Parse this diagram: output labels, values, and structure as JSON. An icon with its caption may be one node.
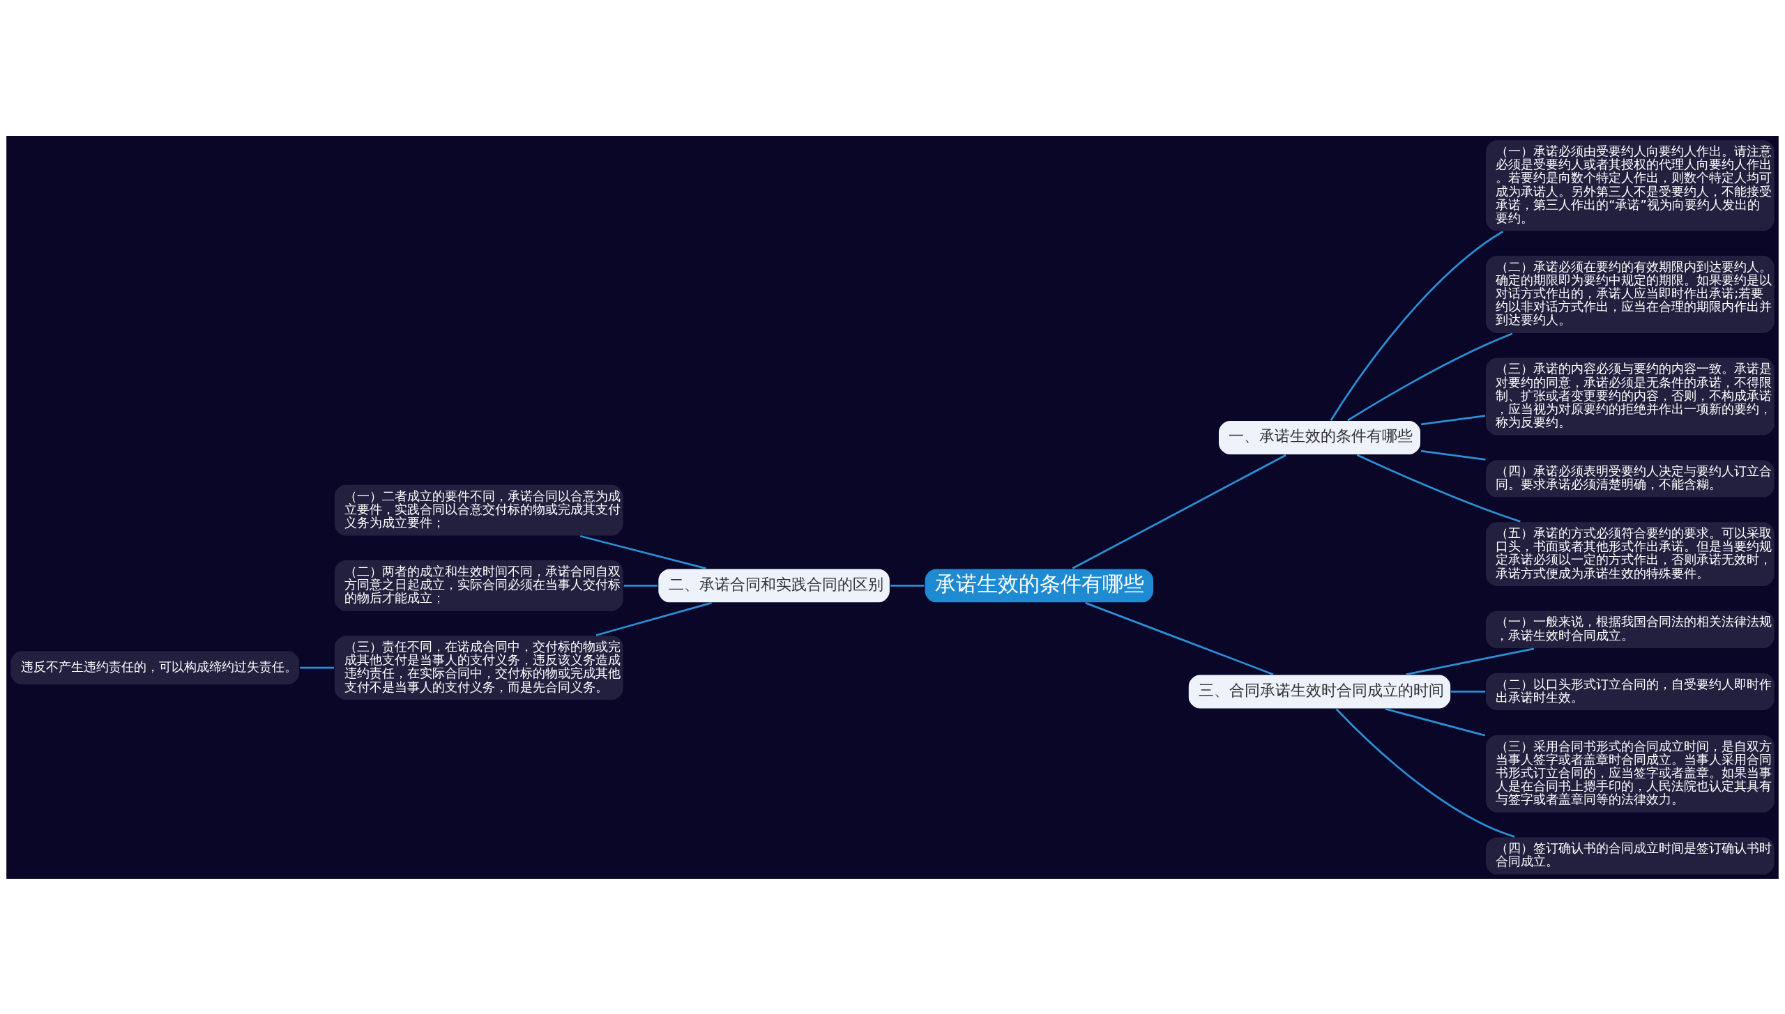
{
  "diagram": {
    "nodes": [
      {
        "text": [
          "承诺生效的条件有哪些"
        ]
      },
      {
        "text": [
          "一、承诺生效的条件有哪些"
        ]
      },
      {
        "text": [
          "（一）承诺必须由受要约人向要约人作出。请注意必须是受要约人或者其授权的代理人向要约人作出。若要约是向数个特定人作出，则数个特定人均可成为承诺人。另外第三人不是受要约人，不能接受承诺，第三人作出的“承诺”视为向要约人发出的要约。"
        ]
      },
      {
        "text": [
          "（二）承诺必须在要约的有效期限内到达要约人。确定的期限即为要约中规定的期限。如果要约是以对话方式作出的，承诺人应当即时作出承诺;若要约以非对话方式作出，应当在合理的期限内作出并到达要约人。"
        ]
      },
      {
        "text": [
          "（三）承诺的内容必须与要约的内容一致。承诺是对要约的同意，承诺必须是无条件的承诺，不得限制、扩张或者变更要约的内容，否则，不构成承诺，应当视为对原要约的拒绝并作出一项新的要约，称为反要约。"
        ]
      },
      {
        "text": [
          "（四）承诺必须表明受要约人决定与要约人订立合同。要求承诺必须清楚明确，不能含糊。"
        ]
      },
      {
        "text": [
          "（五）承诺的方式必须符合要约的要求。可以采取口头，书面或者其他形式作出承诺。但是当要约规定承诺必须以一定的方式作出，否则承诺无效时，承诺方式便成为承诺生效的特殊要件。"
        ]
      },
      {
        "text": [
          "二、承诺合同和实践合同的区别"
        ]
      },
      {
        "text": [
          "（一）二者成立的要件不同，承诺合同以合意为成立要件，实践合同以合意交付标的物或完成其支付义务为成立要件；"
        ]
      },
      {
        "text": [
          "（二）两者的成立和生效时间不同，承诺合同自双方同意之日起成立，实际合同必须在当事人交付标的物后才能成立；"
        ]
      },
      {
        "text": [
          "（三）责任不同，在诺成合同中，交付标的物或完成其他支付是当事人的支付义务，违反该义务造成违约责任，在实际合同中，交付标的物或完成其他支付不是当事人的支付义务，而是先合同义务。"
        ]
      },
      {
        "text": [
          "违反不产生违约责任的，可以构成缔约过失责任。"
        ]
      },
      {
        "text": [
          "三、合同承诺生效时合同成立的时间"
        ]
      },
      {
        "text": [
          "（一）一般来说，根据我国合同法的相关法律法规，承诺生效时合同成立。"
        ]
      },
      {
        "text": [
          "（二）以口头形式订立合同的，自受要约人即时作出承诺时生效。"
        ]
      },
      {
        "text": [
          "（三）采用合同书形式的合同成立时间，是自双方当事人签字或者盖章时合同成立。当事人采用合同书形式订立合同的，应当签字或者盖章。如果当事人是在合同书上摁手印的，人民法院也认定其具有与签字或者盖章同等的法律效力。"
        ]
      },
      {
        "text": [
          "（四）签订确认书的合同成立时间是签订确认书时合同成立。"
        ]
      }
    ],
    "edges": [
      {
        "from": 0,
        "to": 1,
        "arrow": "none"
      },
      {
        "from": 1,
        "to": 2,
        "arrow": "none"
      },
      {
        "from": 1,
        "to": 3,
        "arrow": "none"
      },
      {
        "from": 1,
        "to": 4,
        "arrow": "none"
      },
      {
        "from": 1,
        "to": 5,
        "arrow": "none"
      },
      {
        "from": 1,
        "to": 6,
        "arrow": "none"
      },
      {
        "from": 0,
        "to": 7,
        "arrow": "none"
      },
      {
        "from": 7,
        "to": 8,
        "arrow": "none"
      },
      {
        "from": 7,
        "to": 9,
        "arrow": "none"
      },
      {
        "from": 7,
        "to": 10,
        "arrow": "none"
      },
      {
        "from": 10,
        "to": 11,
        "arrow": "none"
      },
      {
        "from": 0,
        "to": 12,
        "arrow": "none"
      },
      {
        "from": 12,
        "to": 13,
        "arrow": "none"
      },
      {
        "from": 12,
        "to": 14,
        "arrow": "none"
      },
      {
        "from": 12,
        "to": 15,
        "arrow": "none"
      },
      {
        "from": 12,
        "to": 16,
        "arrow": "none"
      }
    ]
  }
}
